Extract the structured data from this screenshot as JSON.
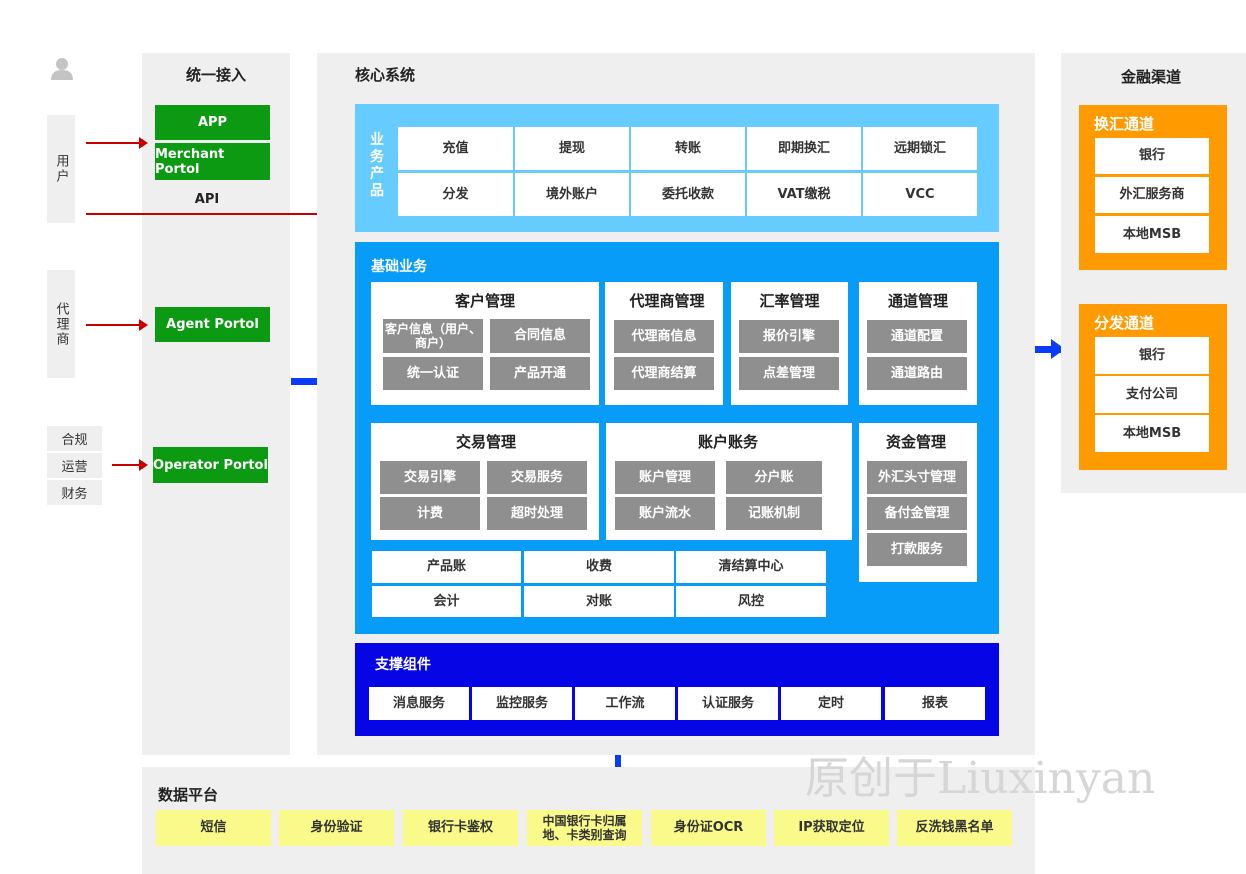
{
  "left": {
    "user": "用户",
    "agent": "代理商",
    "ops": [
      "合规",
      "运营",
      "财务"
    ]
  },
  "access": {
    "title": "统一接入",
    "app": "APP",
    "merchant": "Merchant Portol",
    "api": "API",
    "agent": "Agent Portol",
    "operator": "Operator Portol"
  },
  "core": {
    "title": "核心系统",
    "products": {
      "label": "业务产品",
      "row1": [
        "充值",
        "提现",
        "转账",
        "即期换汇",
        "远期锁汇"
      ],
      "row2": [
        "分发",
        "境外账户",
        "委托收款",
        "VAT缴税",
        "VCC"
      ]
    },
    "basic": {
      "title": "基础业务",
      "customer": {
        "title": "客户管理",
        "items": [
          "客户信息（用户、商户）",
          "合同信息",
          "统一认证",
          "产品开通"
        ]
      },
      "agent": {
        "title": "代理商管理",
        "items": [
          "代理商信息",
          "代理商结算"
        ]
      },
      "rate": {
        "title": "汇率管理",
        "items": [
          "报价引擎",
          "点差管理"
        ]
      },
      "channel": {
        "title": "通道管理",
        "items": [
          "通道配置",
          "通道路由"
        ]
      },
      "trade": {
        "title": "交易管理",
        "items": [
          "交易引擎",
          "交易服务",
          "计费",
          "超时处理"
        ]
      },
      "account": {
        "title": "账户账务",
        "items": [
          "账户管理",
          "分户账",
          "账户流水",
          "记账机制"
        ]
      },
      "fund": {
        "title": "资金管理",
        "items": [
          "外汇头寸管理",
          "备付金管理",
          "打款服务"
        ]
      },
      "misc": [
        "产品账",
        "收费",
        "清结算中心",
        "会计",
        "对账",
        "风控"
      ]
    },
    "support": {
      "title": "支撑组件",
      "items": [
        "消息服务",
        "监控服务",
        "工作流",
        "认证服务",
        "定时",
        "报表"
      ]
    }
  },
  "finance": {
    "title": "金融渠道",
    "exchange": {
      "title": "换汇通道",
      "items": [
        "银行",
        "外汇服务商",
        "本地MSB"
      ]
    },
    "distribute": {
      "title": "分发通道",
      "items": [
        "银行",
        "支付公司",
        "本地MSB"
      ]
    }
  },
  "data_platform": {
    "title": "数据平台",
    "items": [
      "短信",
      "身份验证",
      "银行卡鉴权",
      "中国银行卡归属地、卡类别查询",
      "身份证OCR",
      "IP获取定位",
      "反洗钱黑名单"
    ]
  },
  "watermark": "原创于Liuxinyan",
  "colors": {
    "green": "#0b9a12",
    "light_blue": "#66ccff",
    "mid_blue": "#069cf7",
    "dark_blue": "#0505e6",
    "orange": "#ff9a00",
    "yellow": "#fafa8a"
  }
}
